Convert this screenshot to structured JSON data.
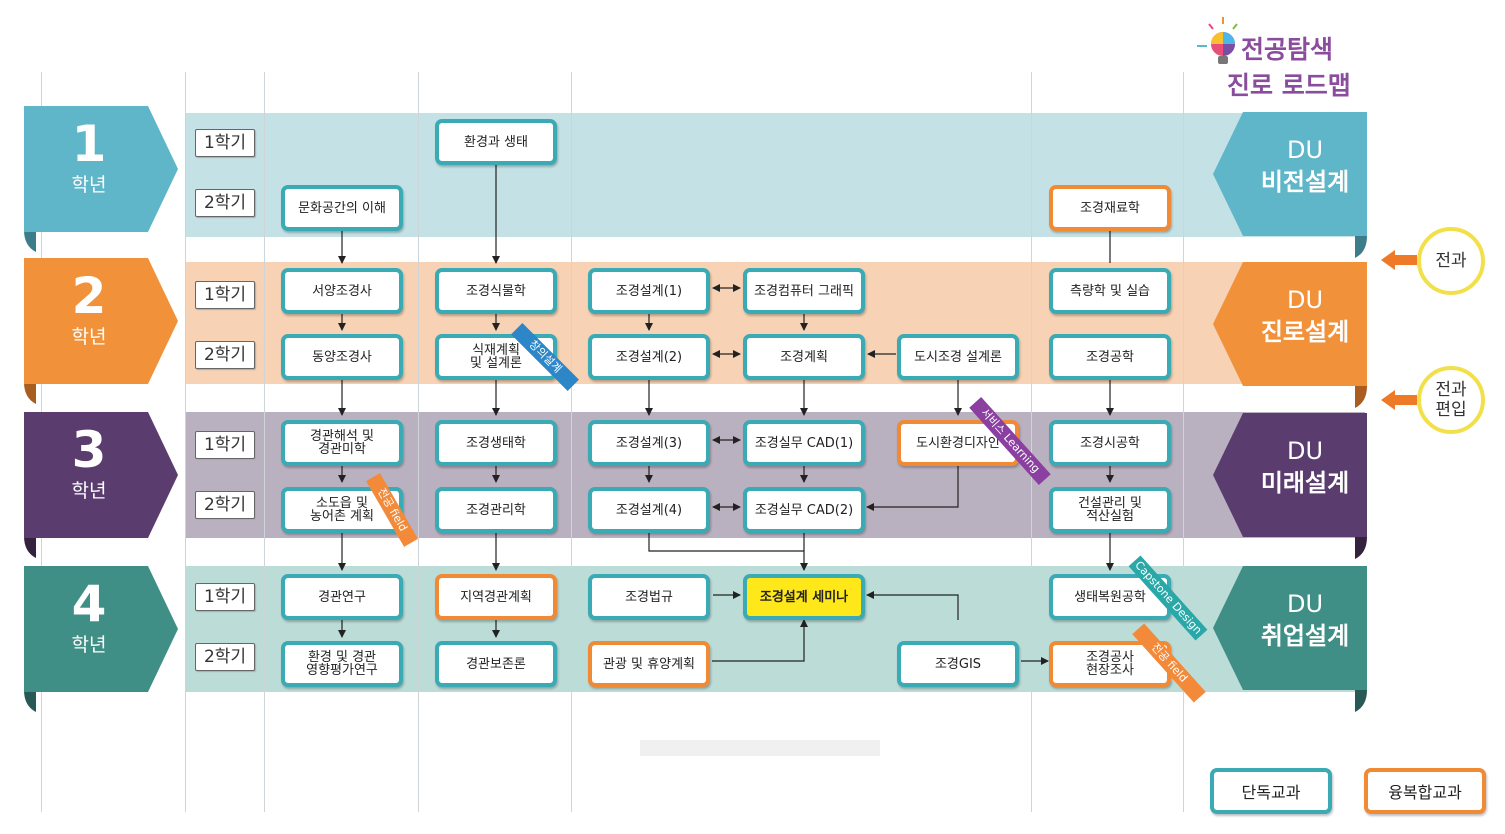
{
  "header": {
    "title_line1": "전공탐색",
    "title_line2": "진로 로드맵"
  },
  "grades": [
    {
      "num": "1",
      "label": "학년",
      "color": "#5fb6c8"
    },
    {
      "num": "2",
      "label": "학년",
      "color": "#f1923b"
    },
    {
      "num": "3",
      "label": "학년",
      "color": "#5a3d6e"
    },
    {
      "num": "4",
      "label": "학년",
      "color": "#3f8f86"
    }
  ],
  "semesters": {
    "first": "1학기",
    "second": "2학기"
  },
  "band_colors": {
    "g1": "#c4e2e6",
    "g2": "#f7d2b4",
    "g3": "#bab1c0",
    "g4": "#bcdcd8"
  },
  "du": [
    {
      "line1": "DU",
      "line2": "비전설계",
      "color": "#5fb6c8"
    },
    {
      "line1": "DU",
      "line2": "진로설계",
      "color": "#f1923b"
    },
    {
      "line1": "DU",
      "line2": "미래설계",
      "color": "#5a3d6e"
    },
    {
      "line1": "DU",
      "line2": "취업설계",
      "color": "#3f8f86"
    }
  ],
  "courses": {
    "c_env_eco": "환경과 생태",
    "c_culture": "문화공간의 이해",
    "c_material": "조경재료학",
    "c_west": "서양조경사",
    "c_plant": "조경식물학",
    "c_design1": "조경설계(1)",
    "c_cg": "조경컴퓨터 그래픽",
    "c_survey": "측량학 및 실습",
    "c_east": "동양조경사",
    "c_planting": "식재계획\n및 설계론",
    "c_design2": "조경설계(2)",
    "c_plan": "조경계획",
    "c_urban_theory": "도시조경 설계론",
    "c_eng": "조경공학",
    "c_scenery": "경관해석 및\n경관미학",
    "c_ecology": "조경생태학",
    "c_design3": "조경설계(3)",
    "c_cad1": "조경실무 CAD(1)",
    "c_urban_design": "도시환경디자인",
    "c_construct": "조경시공학",
    "c_rural": "소도읍 및\n농어촌 계획",
    "c_manage": "조경관리학",
    "c_design4": "조경설계(4)",
    "c_cad2": "조경실무 CAD(2)",
    "c_cost": "건설관리 및\n적산실험",
    "c_research": "경관연구",
    "c_regional": "지역경관계획",
    "c_law": "조경법규",
    "c_seminar": "조경설계 세미나",
    "c_restore": "생태복원공학",
    "c_eia": "환경 및 경관\n영향평가연구",
    "c_preserve": "경관보존론",
    "c_tour": "관광 및 휴양계획",
    "c_gis": "조경GIS",
    "c_site": "조경공사\n현장조사"
  },
  "ribbons": {
    "r_creative": "창의설계",
    "r_field1": "전공 field",
    "r_service": "서비스 Learning",
    "r_capstone": "Capstone Design",
    "r_field2": "전공 field"
  },
  "side_notes": {
    "transfer": "전과",
    "transfer_admit_line1": "전과",
    "transfer_admit_line2": "편입"
  },
  "legend": {
    "single": "단독교과",
    "fusion": "융복합교과"
  },
  "colors": {
    "teal_border": "#3aaab5",
    "orange_border": "#f08a35",
    "highlight": "#ffe81a",
    "arrow_orange": "#ee7a28",
    "circle_yellow": "#f2e04a"
  }
}
